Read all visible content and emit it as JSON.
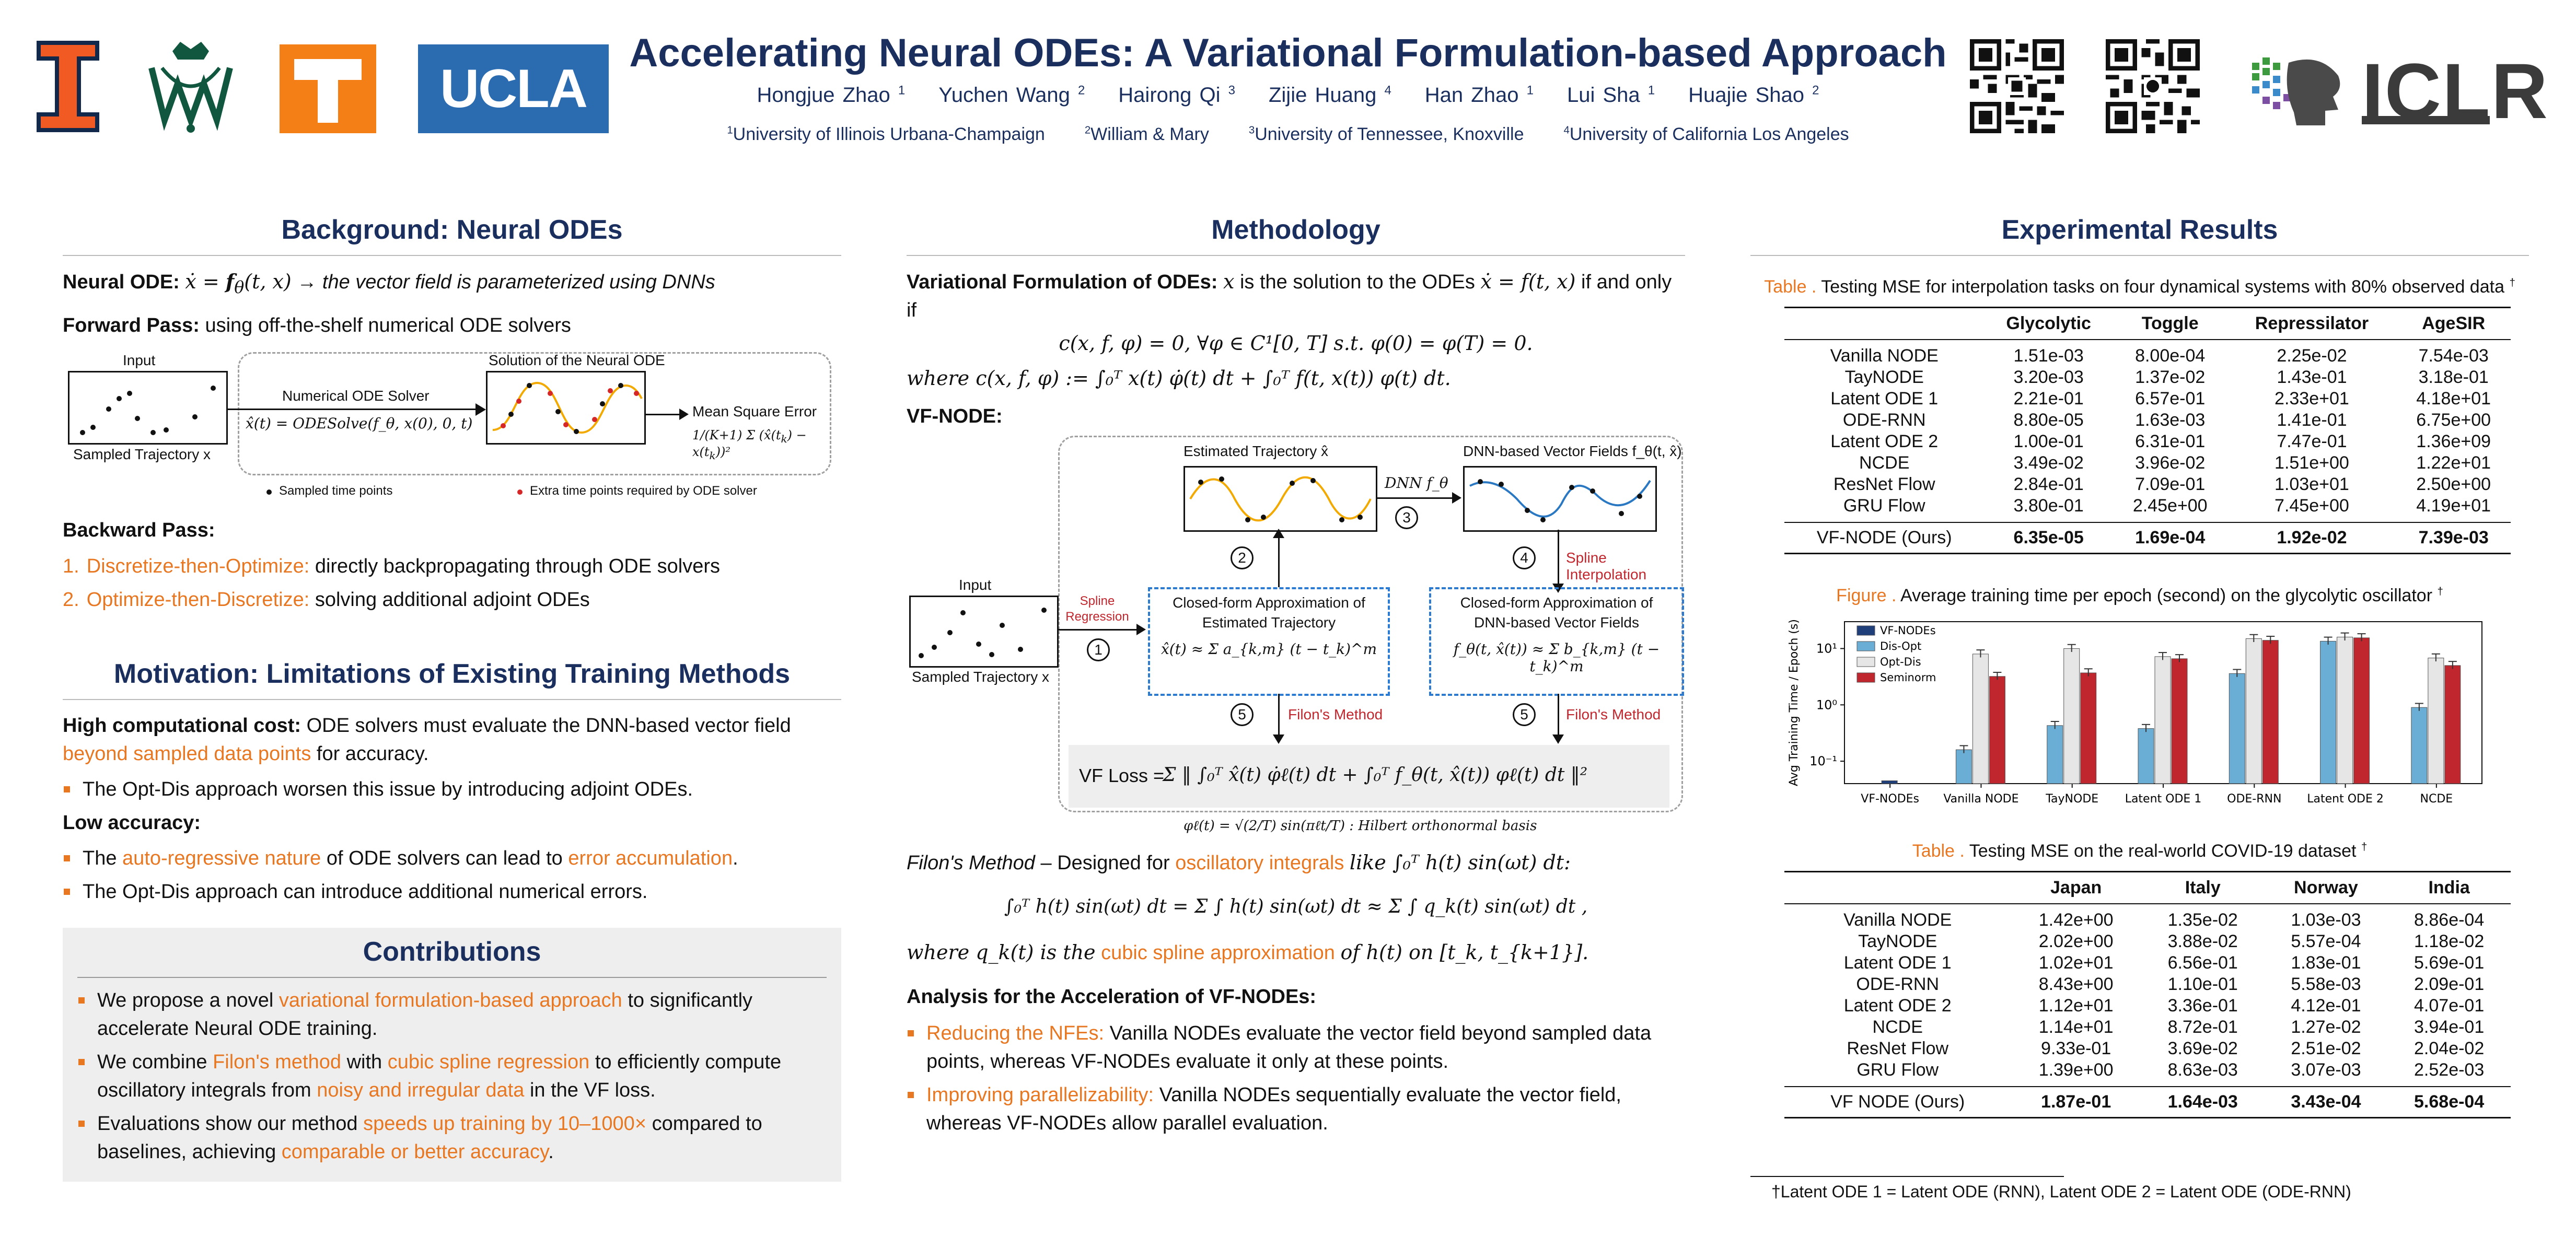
{
  "header": {
    "title": "Accelerating Neural ODEs: A Variational Formulation-based Approach",
    "authors": [
      {
        "name": "Hongjue Zhao",
        "aff": "1"
      },
      {
        "name": "Yuchen Wang",
        "aff": "2"
      },
      {
        "name": "Hairong Qi",
        "aff": "3"
      },
      {
        "name": "Zijie Huang",
        "aff": "4"
      },
      {
        "name": "Han Zhao",
        "aff": "1"
      },
      {
        "name": "Lui Sha",
        "aff": "1"
      },
      {
        "name": "Huajie Shao",
        "aff": "2"
      }
    ],
    "affiliations": [
      {
        "num": "1",
        "name": "University of Illinois Urbana-Champaign"
      },
      {
        "num": "2",
        "name": "William & Mary"
      },
      {
        "num": "3",
        "name": "University of Tennessee, Knoxville"
      },
      {
        "num": "4",
        "name": "University of California Los Angeles"
      }
    ],
    "logos": {
      "ucla": "UCLA",
      "iclr": "ICLR"
    },
    "colors": {
      "navy": "#1b2f5e",
      "orange": "#e87722",
      "illinois_orange": "#f15a22",
      "ucla_blue": "#2b6cb0"
    }
  },
  "background": {
    "title": "Background: Neural ODEs",
    "neural_ode_label": "Neural ODE:",
    "neural_ode_desc": "→ the vector field is parameterized using DNNs",
    "forward_label": "Forward Pass:",
    "forward_desc": "using off-the-shelf numerical ODE solvers",
    "diagram": {
      "input": "Input",
      "sampled": "Sampled Trajectory x",
      "solver": "Numerical ODE Solver",
      "solver_eq": "x̂(t) = ODESolve(f_θ, x(0), 0, t)",
      "solution": "Solution of the Neural ODE",
      "mse": "Mean Square Error",
      "legend_black": "Sampled time points",
      "legend_red": "Extra time points required by ODE solver"
    },
    "backward_label": "Backward Pass:",
    "backward_items": [
      {
        "num": "1.",
        "name": "Discretize-then-Optimize:",
        "desc": "directly backpropagating through ODE solvers"
      },
      {
        "num": "2.",
        "name": "Optimize-then-Discretize:",
        "desc": "solving additional adjoint ODEs"
      }
    ]
  },
  "motivation": {
    "title": "Motivation: Limitations of Existing Training Methods",
    "high_label": "High computational cost:",
    "high_desc_a": "ODE solvers must evaluate the DNN-based vector field",
    "high_desc_orange": "beyond sampled data points",
    "high_desc_b": "for accuracy.",
    "high_bullet": "The Opt-Dis approach worsen this issue by introducing adjoint ODEs.",
    "low_label": "Low accuracy:",
    "low_b1_a": "The",
    "low_b1_o1": "auto-regressive nature",
    "low_b1_b": "of ODE solvers can lead to",
    "low_b1_o2": "error accumulation",
    "low_b1_c": ".",
    "low_b2": "The Opt-Dis approach can introduce additional numerical errors."
  },
  "contributions": {
    "title": "Contributions",
    "items": [
      {
        "a": "We propose a novel",
        "o": "variational formulation-based approach",
        "b": "to significantly accelerate Neural ODE training."
      },
      {
        "a": "We combine",
        "o": "Filon's method",
        "b": "with",
        "o2": "cubic spline regression",
        "c": "to efficiently compute oscillatory integrals from",
        "o3": "noisy and irregular data",
        "d": "in the VF loss."
      },
      {
        "a": "Evaluations show our method",
        "o": "speeds up training by 10–1000×",
        "b": "compared to baselines, achieving",
        "o2": "comparable or better accuracy",
        "c": "."
      }
    ]
  },
  "methodology": {
    "title": "Methodology",
    "vf_label": "Variational Formulation of ODEs:",
    "vf_desc_a": "is the solution to the ODEs",
    "vf_desc_b": "if and only if",
    "vf_eq": "c(x, f, φ) = 0,    ∀φ ∈ C¹[0, T]    s.t. φ(0) = φ(T) = 0.",
    "where_eq": "where c(x, f, φ) := ∫₀ᵀ x(t) φ̇(t) dt + ∫₀ᵀ f(t, x(t)) φ(t) dt.",
    "vfnode_label": "VF-NODE:",
    "diagram": {
      "est_traj": "Estimated Trajectory x̂",
      "dnn_vf": "DNN-based Vector Fields f_θ(t, x̂)",
      "dnn": "DNN f_θ",
      "input": "Input",
      "spline_regression": "Spline Regression",
      "sampled": "Sampled Trajectory x",
      "cf_est_1": "Closed-form Approximation of",
      "cf_est_2": "Estimated Trajectory",
      "cf_est_eq": "x̂(t) ≈ Σ a_{k,m} (t − t_k)^m",
      "cf_dnn_1": "Closed-form Approximation of",
      "cf_dnn_2": "DNN-based Vector Fields",
      "cf_dnn_eq": "f_θ(t, x̂(t)) ≈ Σ b_{k,m} (t − t_k)^m",
      "spline_interp": "Spline Interpolation",
      "filon": "Filon's Method",
      "vf_loss": "VF Loss =",
      "vf_loss_eq": "Σ ‖ ∫₀ᵀ x̂(t) φ̇ℓ(t) dt  +  ∫₀ᵀ f_θ(t, x̂(t)) φℓ(t) dt ‖²",
      "basis": "φℓ(t) = √(2/T) sin(πℓt/T) : Hilbert orthonormal basis",
      "n1": "1",
      "n2": "2",
      "n3": "3",
      "n4": "4",
      "n5a": "5",
      "n5b": "5"
    },
    "filon_label": "Filon's Method",
    "filon_a": "– Designed for",
    "filon_o": "oscillatory integrals",
    "filon_b": "like ∫₀ᵀ h(t) sin(ωt) dt:",
    "filon_eq": "∫₀ᵀ h(t) sin(ωt) dt = Σ ∫ h(t) sin(ωt) dt ≈ Σ ∫ q_k(t) sin(ωt) dt ,",
    "where_q_a": "where q_k(t) is the",
    "where_q_o": "cubic spline approximation",
    "where_q_b": "of h(t) on [t_k, t_{k+1}].",
    "analysis_title": "Analysis for the Acceleration of VF-NODEs:",
    "analysis": [
      {
        "o": "Reducing the NFEs:",
        "t": "Vanilla NODEs evaluate the vector field beyond sampled data points, whereas VF-NODEs evaluate it only at these points."
      },
      {
        "o": "Improving parallelizability:",
        "t": "Vanilla NODEs sequentially evaluate the vector field, whereas VF-NODEs allow parallel evaluation."
      }
    ]
  },
  "results": {
    "title": "Experimental Results",
    "table1": {
      "label": "Table .",
      "caption": "Testing MSE for interpolation tasks on four dynamical systems with 80% observed data",
      "dagger": "†",
      "columns": [
        "",
        "Glycolytic",
        "Toggle",
        "Repressilator",
        "AgeSIR"
      ],
      "rows": [
        [
          "Vanilla NODE",
          "1.51e-03",
          "8.00e-04",
          "2.25e-02",
          "7.54e-03"
        ],
        [
          "TayNODE",
          "3.20e-03",
          "1.37e-02",
          "1.43e-01",
          "3.18e-01"
        ],
        [
          "Latent ODE 1",
          "2.21e-01",
          "6.57e-01",
          "2.33e+01",
          "4.18e+01"
        ],
        [
          "ODE-RNN",
          "8.80e-05",
          "1.63e-03",
          "1.41e-01",
          "6.75e+00"
        ],
        [
          "Latent ODE 2",
          "1.00e-01",
          "6.31e-01",
          "7.47e-01",
          "1.36e+09"
        ],
        [
          "NCDE",
          "3.49e-02",
          "3.96e-02",
          "1.51e+00",
          "1.22e+01"
        ],
        [
          "ResNet Flow",
          "2.84e-01",
          "7.09e-01",
          "1.03e+01",
          "2.50e+00"
        ],
        [
          "GRU Flow",
          "3.80e-01",
          "2.45e+00",
          "7.45e+00",
          "4.19e+01"
        ]
      ],
      "ours": [
        "VF-NODE (Ours)",
        "6.35e-05",
        "1.69e-04",
        "1.92e-02",
        "7.39e-03"
      ]
    },
    "figure": {
      "label": "Figure .",
      "caption": "Average training time per epoch (second) on the glycolytic oscillator",
      "dagger": "†"
    },
    "table2": {
      "label": "Table .",
      "caption": "Testing MSE on the real-world COVID-19 dataset",
      "dagger": "†",
      "columns": [
        "",
        "Japan",
        "Italy",
        "Norway",
        "India"
      ],
      "rows": [
        [
          "Vanilla NODE",
          "1.42e+00",
          "1.35e-02",
          "1.03e-03",
          "8.86e-04"
        ],
        [
          "TayNODE",
          "2.02e+00",
          "3.88e-02",
          "5.57e-04",
          "1.18e-02"
        ],
        [
          "Latent ODE 1",
          "1.02e+01",
          "6.56e-01",
          "1.83e-01",
          "5.69e-01"
        ],
        [
          "ODE-RNN",
          "8.43e+00",
          "1.10e-01",
          "5.58e-03",
          "2.09e-01"
        ],
        [
          "Latent ODE 2",
          "1.12e+01",
          "3.36e-01",
          "4.12e-01",
          "4.07e-01"
        ],
        [
          "NCDE",
          "1.14e+01",
          "8.72e-01",
          "1.27e-02",
          "3.94e-01"
        ],
        [
          "ResNet Flow",
          "9.33e-01",
          "3.69e-02",
          "2.51e-02",
          "2.04e-02"
        ],
        [
          "GRU Flow",
          "1.39e+00",
          "8.63e-03",
          "3.07e-03",
          "2.52e-03"
        ]
      ],
      "ours": [
        "VF NODE (Ours)",
        "1.87e-01",
        "1.64e-03",
        "3.43e-04",
        "5.68e-04"
      ]
    },
    "footnote": "†Latent ODE 1 = Latent ODE (RNN), Latent ODE 2 = Latent ODE (ODE-RNN)"
  },
  "chart_data": {
    "type": "bar",
    "title": "",
    "ylabel": "Avg Training Time / Epoch (s)",
    "xlabel": "",
    "yscale": "log",
    "ylim": [
      0.04,
      30
    ],
    "yticks": [
      "10⁻¹",
      "10⁰",
      "10¹"
    ],
    "categories": [
      "VF-NODEs",
      "Vanilla NODE",
      "TayNODE",
      "Latent ODE 1",
      "ODE-RNN",
      "Latent ODE 2",
      "NCDE"
    ],
    "series": [
      {
        "name": "VF-NODEs",
        "color": "#1f3f7a",
        "values": [
          0.045,
          null,
          null,
          null,
          null,
          null,
          null
        ]
      },
      {
        "name": "Dis-Opt",
        "color": "#6aaed6",
        "values": [
          null,
          0.16,
          0.43,
          0.38,
          3.6,
          13.5,
          0.9
        ]
      },
      {
        "name": "Opt-Dis",
        "color": "#e6e6e6",
        "values": [
          null,
          8.0,
          10.0,
          7.2,
          15.0,
          16.0,
          6.8
        ]
      },
      {
        "name": "Seminorm",
        "color": "#c0262d",
        "values": [
          null,
          3.2,
          3.7,
          6.6,
          14.0,
          15.5,
          5.0
        ]
      }
    ],
    "legend": "top-left",
    "grid": false
  }
}
